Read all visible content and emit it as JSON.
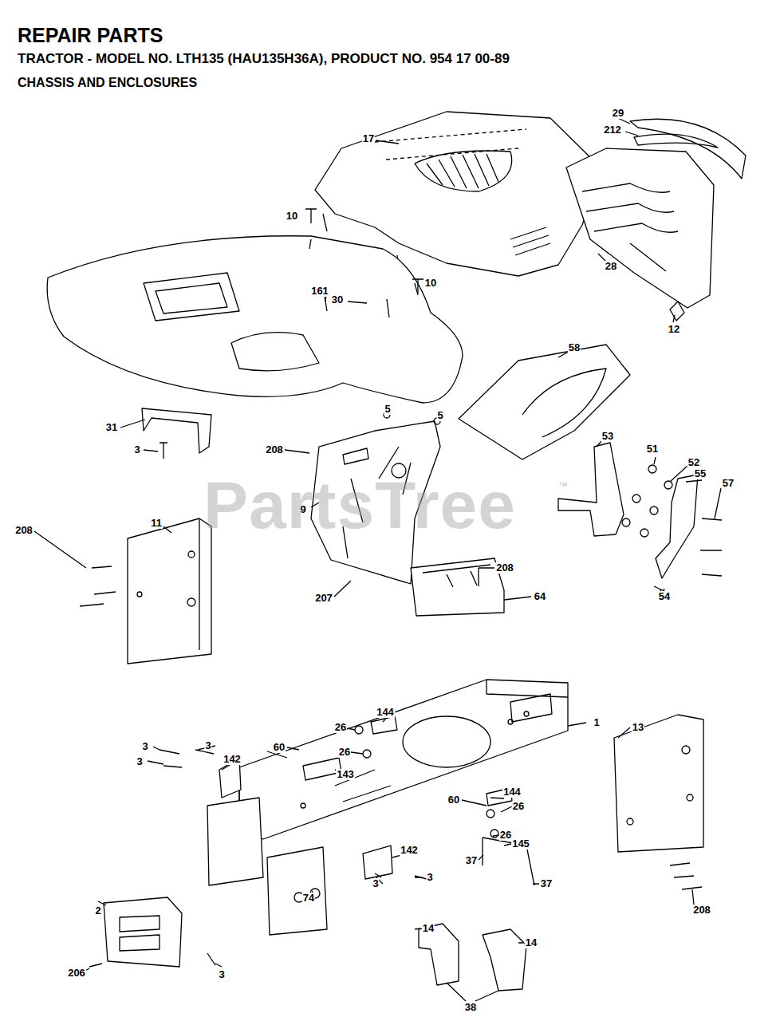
{
  "diagram": {
    "title": "REPAIR PARTS",
    "labels": [
      "TRACTOR - MODEL NO. LTH135 (HAU135H36A), PRODUCT NO. 954 17 00-89",
      "CHASSIS AND ENCLOSURES",
      "17",
      "29",
      "212",
      "10",
      "161",
      "10",
      "30",
      "28",
      "12",
      "58",
      "5",
      "5",
      "31",
      "3",
      "208",
      "9",
      "53",
      "51",
      "52",
      "55",
      "57",
      "208",
      "11",
      "208",
      "207",
      "64",
      "54",
      "1",
      "144",
      "26",
      "26",
      "13",
      "3",
      "60",
      "3",
      "3",
      "142",
      "143",
      "60",
      "26",
      "144",
      "26",
      "142",
      "3",
      "37",
      "145",
      "3",
      "37",
      "74",
      "208",
      "2",
      "14",
      "14",
      "206",
      "3",
      "38",
      "PartsTree",
      "™"
    ]
  }
}
